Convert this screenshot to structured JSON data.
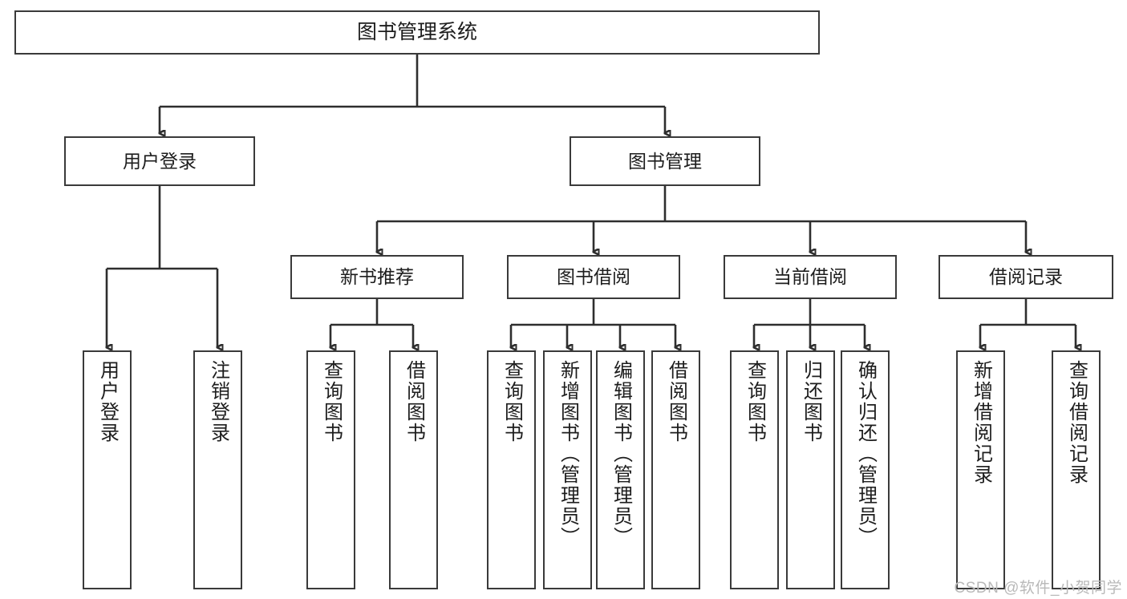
{
  "diagram": {
    "title": "图书管理系统",
    "type": "tree-hierarchy-chart",
    "watermark": "CSDN @软件_小贺同学",
    "colors": {
      "box_border": "#3a3a3a",
      "connector": "#2e2e2e",
      "text": "#1d1d1d",
      "background": "#ffffff",
      "watermark": "#b9b9b9"
    }
  },
  "root": {
    "label": "图书管理系统"
  },
  "level2": [
    {
      "label": "用户登录"
    },
    {
      "label": "图书管理"
    }
  ],
  "level3": [
    {
      "label": "新书推荐"
    },
    {
      "label": "图书借阅"
    },
    {
      "label": "当前借阅"
    },
    {
      "label": "借阅记录"
    }
  ],
  "leaves": {
    "user_login": [
      {
        "label": "用户登录"
      },
      {
        "label": "注销登录"
      }
    ],
    "new_book_recommend": [
      {
        "label": "查询图书"
      },
      {
        "label": "借阅图书"
      }
    ],
    "book_borrow": [
      {
        "label": "查询图书"
      },
      {
        "label": "新增图书（管理员）"
      },
      {
        "label": "编辑图书（管理员）"
      },
      {
        "label": "借阅图书"
      }
    ],
    "current_borrow": [
      {
        "label": "查询图书"
      },
      {
        "label": "归还图书"
      },
      {
        "label": "确认归还（管理员）"
      }
    ],
    "borrow_record": [
      {
        "label": "新增借阅记录"
      },
      {
        "label": "查询借阅记录"
      }
    ]
  }
}
